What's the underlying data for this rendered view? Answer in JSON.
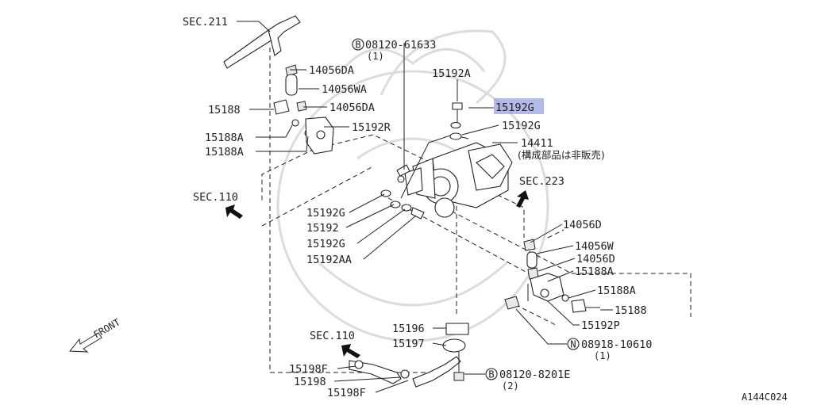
{
  "labels": {
    "sec211": "SEC.211",
    "p14056da_top": "14056DA",
    "p14056wa": "14056WA",
    "p15188_left": "15188",
    "p14056da_mid": "14056DA",
    "p15188a_1": "15188A",
    "p15192r": "15192R",
    "p15188a_2": "15188A",
    "sec110_left": "SEC.110",
    "b_bolt_top": "08120-61633",
    "b_bolt_top_qty": "(1)",
    "p15192a": "15192A",
    "p15192g_hl": "15192G",
    "p15192g_r": "15192G",
    "p14411": "14411",
    "p14411_note": "(構成部品は非販売)",
    "sec223": "SEC.223",
    "p15192g_l1": "15192G",
    "p15192": "15192",
    "p15192g_l2": "15192G",
    "p15192aa": "15192AA",
    "p14056d_1": "14056D",
    "p14056w": "14056W",
    "p14056d_2": "14056D",
    "p15188a_r1": "15188A",
    "p15188a_r2": "15188A",
    "p15188_r": "15188",
    "p15192p": "15192P",
    "n_part": "08918-10610",
    "n_qty": "(1)",
    "front": "FRONT",
    "sec110_bottom": "SEC.110",
    "p15196": "15196",
    "p15197": "15197",
    "p15198f_1": "15198F",
    "p15198": "15198",
    "p15198f_2": "15198F",
    "b_bolt_bot": "08120-8201E",
    "b_bolt_bot_qty": "(2)",
    "figure_code": "A144C024",
    "b_marker": "B",
    "n_marker": "N"
  },
  "colors": {
    "line": "#222222",
    "highlight": "#9aa3e0",
    "background": "#ffffff"
  }
}
